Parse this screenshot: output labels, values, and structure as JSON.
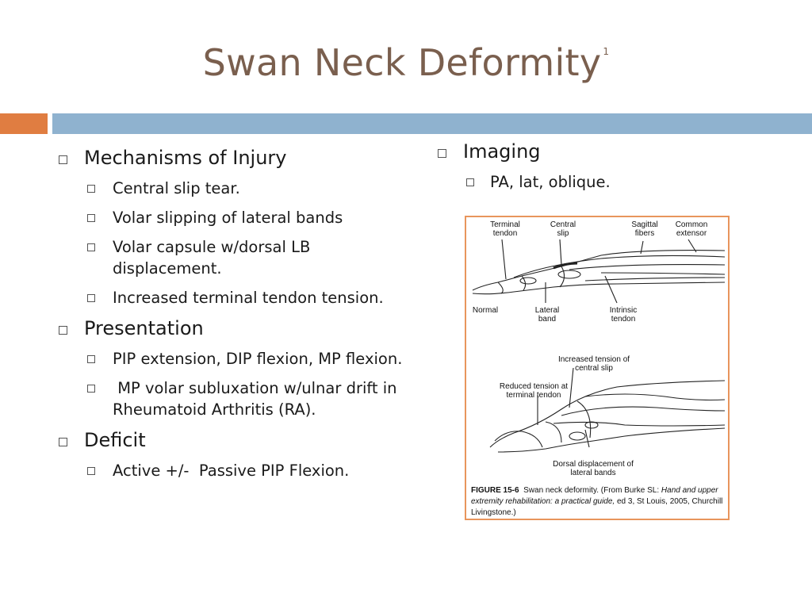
{
  "title": {
    "text": "Swan Neck Deformity",
    "superscript": "1"
  },
  "colors": {
    "title": "#7a5f4e",
    "accent_orange": "#e07d41",
    "accent_blue": "#8fb2cf"
  },
  "left": {
    "items": [
      {
        "label": "Mechanisms of Injury",
        "sub": [
          "Central slip tear.",
          "Volar slipping of lateral bands",
          "Volar capsule w/dorsal LB displacement.",
          "Increased terminal tendon tension."
        ]
      },
      {
        "label": "Presentation",
        "sub": [
          "PIP extension, DIP flexion, MP flexion.",
          " MP volar subluxation w/ulnar drift in Rheumatoid Arthritis (RA)."
        ]
      },
      {
        "label": "Deficit",
        "sub": [
          "Active +/-  Passive PIP Flexion."
        ]
      }
    ]
  },
  "right": {
    "label": "Imaging",
    "sub": [
      "PA, lat, oblique."
    ]
  },
  "figure": {
    "labels": {
      "terminal_tendon": "Terminal tendon",
      "central_slip": "Central slip",
      "sagittal_fibers": "Sagittal fibers",
      "common_extensor": "Common extensor",
      "normal": "Normal",
      "lateral_band": "Lateral band",
      "intrinsic_tendon": "Intrinsic tendon",
      "increased_tension": "Increased tension of central slip",
      "reduced_tension": "Reduced tension at terminal tendon",
      "dorsal_displacement": "Dorsal displacement of lateral bands"
    },
    "caption": {
      "fig_no": "FIGURE 15-6",
      "text1": "Swan neck deformity.   (From Burke SL: ",
      "italic": "Hand and upper extremity rehabilitation: a practical guide,",
      "text2": " ed 3, St Louis, 2005, Churchill Livingstone.)"
    }
  }
}
